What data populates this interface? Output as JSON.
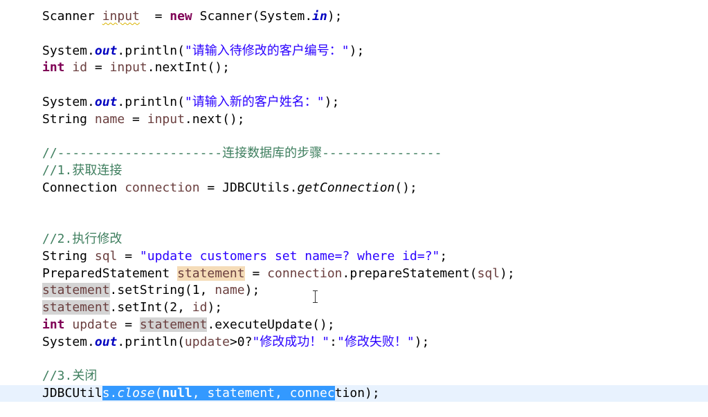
{
  "lines": [
    [
      "Scanner ",
      "input",
      "  = ",
      "new",
      " Scanner(System.",
      "in",
      ");"
    ],
    [
      "System.",
      "out",
      ".println(",
      "\"请输入待修改的客户编号：\"",
      ");"
    ],
    [
      "int",
      " ",
      "id",
      " = ",
      "input",
      ".nextInt();"
    ],
    [
      "System.",
      "out",
      ".println(",
      "\"请输入新的客户姓名：\"",
      ");"
    ],
    [
      "String ",
      "name",
      " = ",
      "input",
      ".next();"
    ],
    [
      "//----------------------连接数据库的步骤----------------"
    ],
    [
      "//1.获取连接"
    ],
    [
      "Connection ",
      "connection",
      " = JDBCUtils.",
      "getConnection",
      "();"
    ],
    [
      "//2.执行修改"
    ],
    [
      "String ",
      "sql",
      " = ",
      "\"update customers set name=? where id=?\"",
      ";"
    ],
    [
      "PreparedStatement ",
      "statement",
      " = ",
      "connection",
      ".prepareStatement(",
      "sql",
      ");"
    ],
    [
      "statement",
      ".setString(1, ",
      "name",
      ");"
    ],
    [
      "statement",
      ".setInt(2, ",
      "id",
      ");"
    ],
    [
      "int",
      " ",
      "update",
      " = ",
      "statement",
      ".executeUpdate();"
    ],
    [
      "System.",
      "out",
      ".println(",
      "update",
      ">0?",
      "\"修改成功！\"",
      ":",
      "\"修改失败！\"",
      ");"
    ],
    [
      "//3.关闭"
    ],
    [
      "JDBCUtil",
      "s.",
      "close",
      "(",
      "null",
      ", statement, connec",
      "tion);"
    ]
  ]
}
